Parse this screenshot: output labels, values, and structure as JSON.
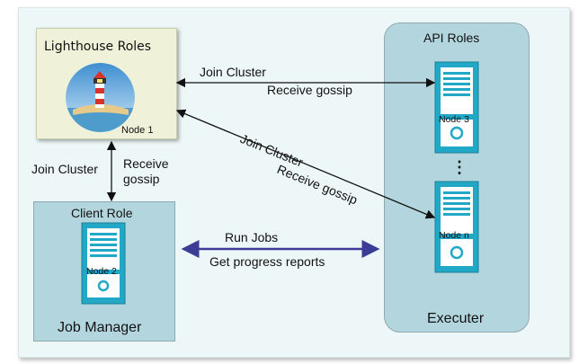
{
  "lighthouse": {
    "title": "Lighthouse Roles",
    "node_label": "Node 1"
  },
  "client": {
    "title": "Client Role",
    "node_label": "Node 2",
    "footer": "Job Manager"
  },
  "api": {
    "title": "API Roles",
    "node_top_label": "Node 3",
    "ellipsis": "⋮",
    "node_bottom_label": "Node n",
    "footer": "Executer"
  },
  "edges": {
    "join_cluster": "Join Cluster",
    "receive_gossip": "Receive gossip",
    "receive_gossip_vertical_1": "Receive",
    "receive_gossip_vertical_2": "gossip",
    "run_jobs": "Run Jobs",
    "progress_reports": "Get progress reports"
  },
  "colors": {
    "background": "#eef7f8",
    "lighthouse_box": "#eff2d9",
    "role_box": "#b3d6de",
    "server": "#21a8c7",
    "run_jobs_arrow": "#3a3c95"
  },
  "icons": {
    "logo": "lighthouse-logo",
    "server": "server-icon"
  }
}
